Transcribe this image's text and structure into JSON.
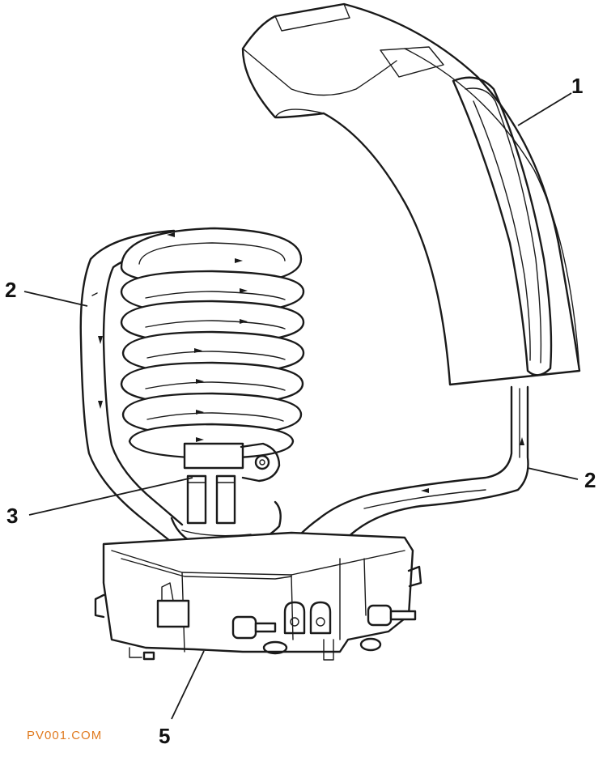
{
  "callouts": {
    "label_1": "1",
    "label_2_left": "2",
    "label_2_right": "2",
    "label_3": "3",
    "label_5": "5"
  },
  "watermark": {
    "text": "PV001.COM",
    "color": "#e07a1f"
  },
  "colors": {
    "line": "#1a1a1a",
    "background": "#ffffff"
  }
}
